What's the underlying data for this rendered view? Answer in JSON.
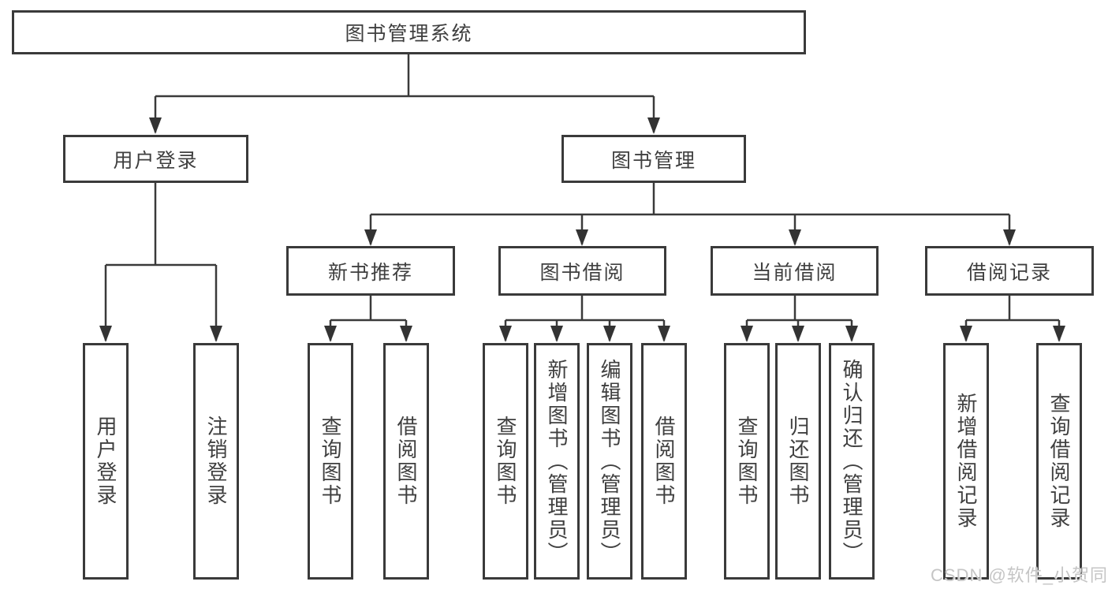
{
  "diagram": {
    "root": "图书管理系统",
    "branches": [
      {
        "label": "用户登录",
        "children": [
          {
            "label": "用户登录"
          },
          {
            "label": "注销登录"
          }
        ]
      },
      {
        "label": "图书管理",
        "children": [
          {
            "label": "新书推荐",
            "children": [
              {
                "label": "查询图书"
              },
              {
                "label": "借阅图书"
              }
            ]
          },
          {
            "label": "图书借阅",
            "children": [
              {
                "label": "查询图书"
              },
              {
                "label": "新增图书（管理员）"
              },
              {
                "label": "编辑图书（管理员）"
              },
              {
                "label": "借阅图书"
              }
            ]
          },
          {
            "label": "当前借阅",
            "children": [
              {
                "label": "查询图书"
              },
              {
                "label": "归还图书"
              },
              {
                "label": "确认归还（管理员）"
              }
            ]
          },
          {
            "label": "借阅记录",
            "children": [
              {
                "label": "新增借阅记录"
              },
              {
                "label": "查询借阅记录"
              }
            ]
          }
        ]
      }
    ]
  },
  "watermark": "CSDN @软件_小贺同学",
  "colors": {
    "line": "#3a3a3a",
    "box_border": "#3a3a3a",
    "text": "#3f3f3f",
    "watermark": "#c5c5c5",
    "background": "#ffffff"
  }
}
